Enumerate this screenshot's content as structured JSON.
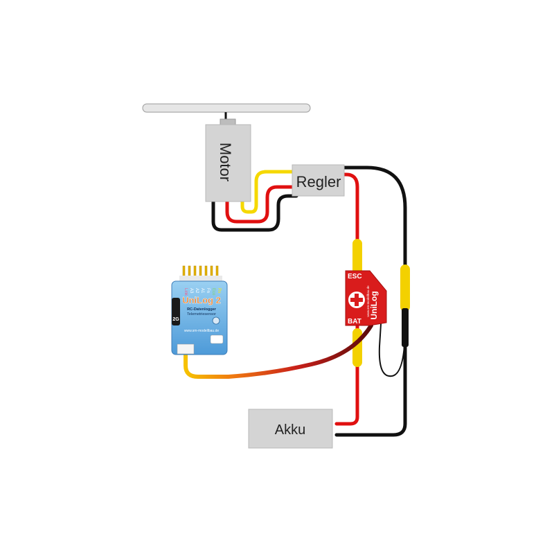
{
  "components": {
    "motor": {
      "label": "Motor"
    },
    "regler": {
      "label": "Regler"
    },
    "akku": {
      "label": "Akku"
    }
  },
  "sensor": {
    "esc_label": "ESC",
    "bat_label": "BAT",
    "brand": "UniLog",
    "url": "www.sm-modellbau.de"
  },
  "unilog": {
    "title": "UniLog 2",
    "subtitle1": "RC-Datenlogger",
    "subtitle2": "Telemetriesensor",
    "url": "www.sm-modellbau.de",
    "side_label": "2G",
    "pin_labels": [
      "Rx",
      "Eco",
      "Fn",
      "A1",
      "A2",
      "A3",
      "Link"
    ]
  },
  "colors": {
    "wire_red": "#e01010",
    "wire_black": "#111111",
    "wire_yellow": "#f5d800",
    "box_fill": "#d4d4d4",
    "sensor_red": "#d91c1c",
    "unilog_blue": "#6ab0e0"
  }
}
